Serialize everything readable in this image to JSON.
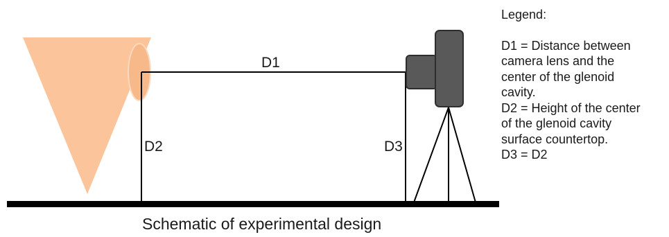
{
  "diagram": {
    "caption": "Schematic of experimental design",
    "labels": {
      "d1": "D1",
      "d2": "D2",
      "d3": "D3"
    },
    "legend": {
      "heading": "Legend:",
      "lines": [
        "D1 = Distance between",
        "camera lens and the",
        "center of the glenoid",
        "cavity.",
        "D2 = Height of the center",
        "of the glenoid cavity",
        "surface countertop.",
        "D3 = D2"
      ]
    },
    "colors": {
      "subject": "#fbc49a",
      "camera": "#595959",
      "ground": "#000000",
      "lines": "#000000"
    },
    "icons": {
      "subject": "inverted-triangle-shoulder",
      "camera": "camera-on-tripod"
    }
  }
}
